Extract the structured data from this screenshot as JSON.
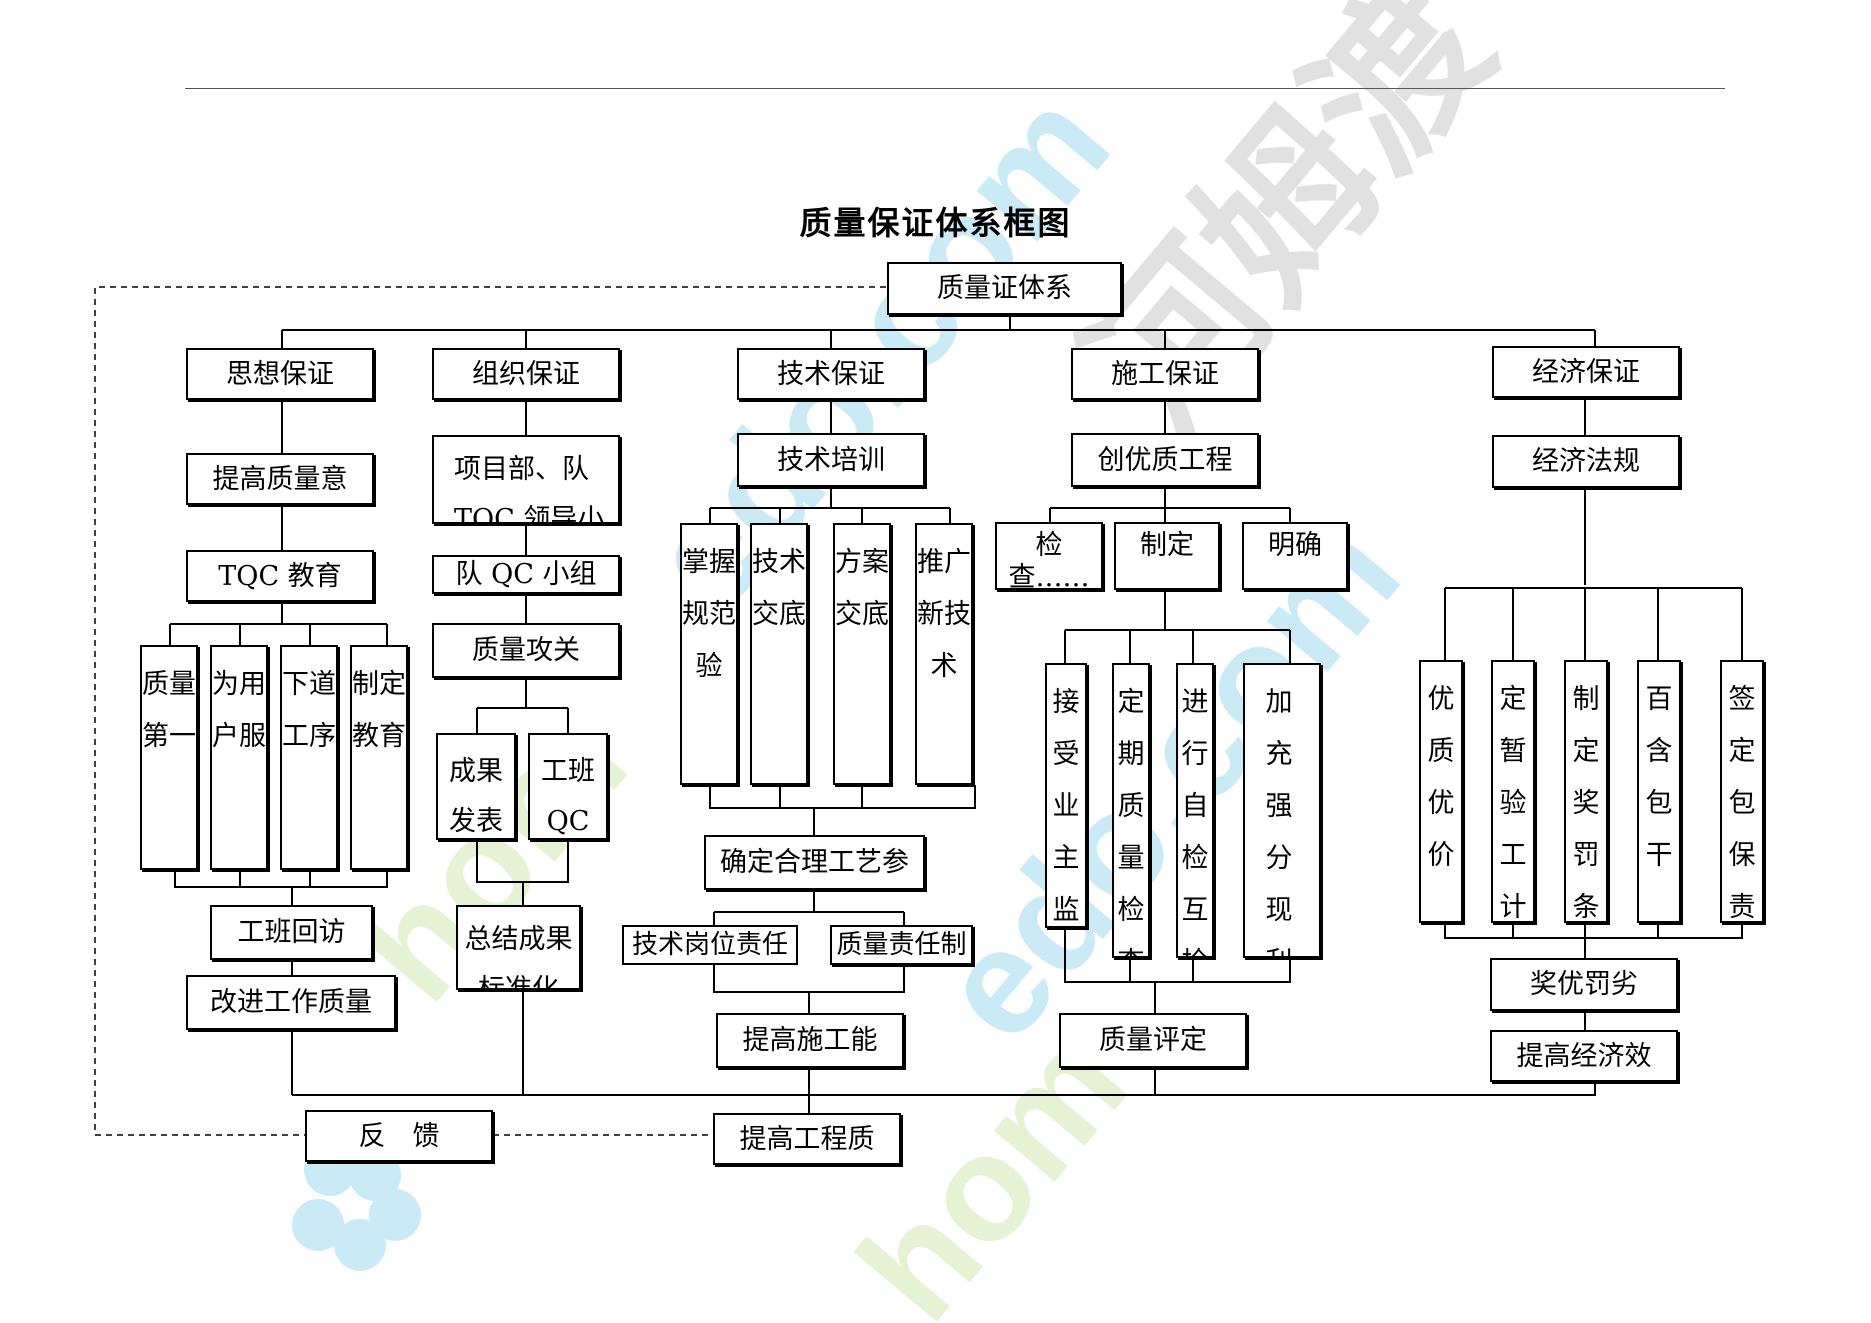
{
  "title": "质量保证体系框图",
  "root": "质量证体系",
  "branches": {
    "thought": {
      "label": "思想保证",
      "step1": "提高质量意",
      "step2": "TQC 教育",
      "items": [
        "质量第一",
        "为用户服",
        "下道工序",
        "制定教育"
      ],
      "step3": "工班回访",
      "step4": "改进工作质量"
    },
    "organization": {
      "label": "组织保证",
      "step1": "项目部、队TQC 领导小",
      "step2": "队 QC 小组",
      "step3": "质量攻关",
      "items": [
        "成果发表",
        "工班QC"
      ],
      "step4": "总结成果标准化"
    },
    "technical": {
      "label": "技术保证",
      "step1": "技术培训",
      "items": [
        "掌握规范验",
        "技术交底",
        "方案交底",
        "推广新技术"
      ],
      "step2": "确定合理工艺参",
      "sub_left": "技术岗位责任",
      "sub_right": "质量责任制",
      "step3": "提高施工能"
    },
    "construction": {
      "label": "施工保证",
      "step1": "创优质工程",
      "row": [
        "检查……",
        "制定",
        "明确"
      ],
      "items": [
        "接受业主监",
        "定期质量检查",
        "进行自检互检",
        "加充强分现利场用试先验进"
      ],
      "step2": "质量评定"
    },
    "economic": {
      "label": "经济保证",
      "step1": "经济法规",
      "items": [
        "优质优价",
        "定暂验工计",
        "制定奖罚条",
        "百含包干",
        "签定包保责"
      ],
      "step2": "奖优罚劣",
      "step3": "提高经济效"
    }
  },
  "feedback": "反　馈",
  "bottom": "提高工程质",
  "watermark": {
    "text_a": "hom",
    "text_b": "edo.com",
    "text_cn": "河姆渡",
    "color_blue": "#9fd9ee",
    "color_green": "#cfe8b0",
    "color_gray": "#c8c8c8"
  }
}
